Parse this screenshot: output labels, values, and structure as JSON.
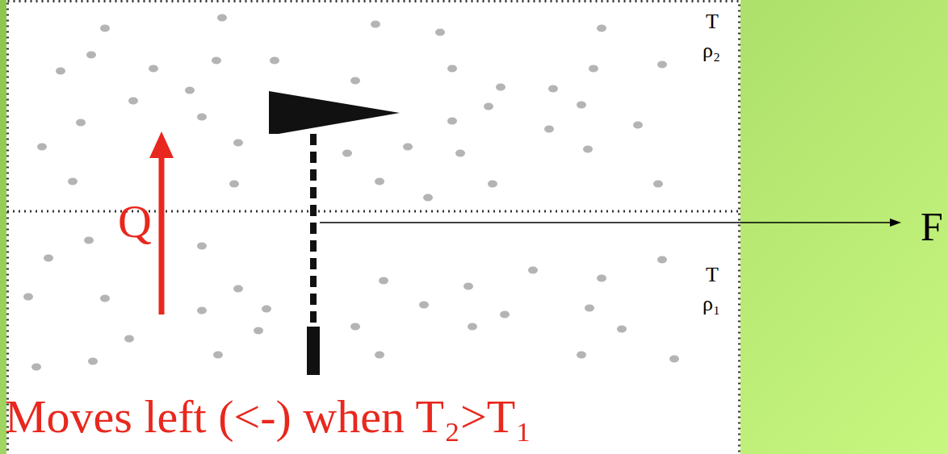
{
  "diagram": {
    "nodes": [
      {
        "text": [
          "T",
          "ρ₂"
        ]
      },
      {
        "text": [
          "T",
          "ρ₁"
        ]
      }
    ],
    "labels": [
      "Q",
      "F",
      "Moves left (<-) when T₂>T₁"
    ]
  }
}
